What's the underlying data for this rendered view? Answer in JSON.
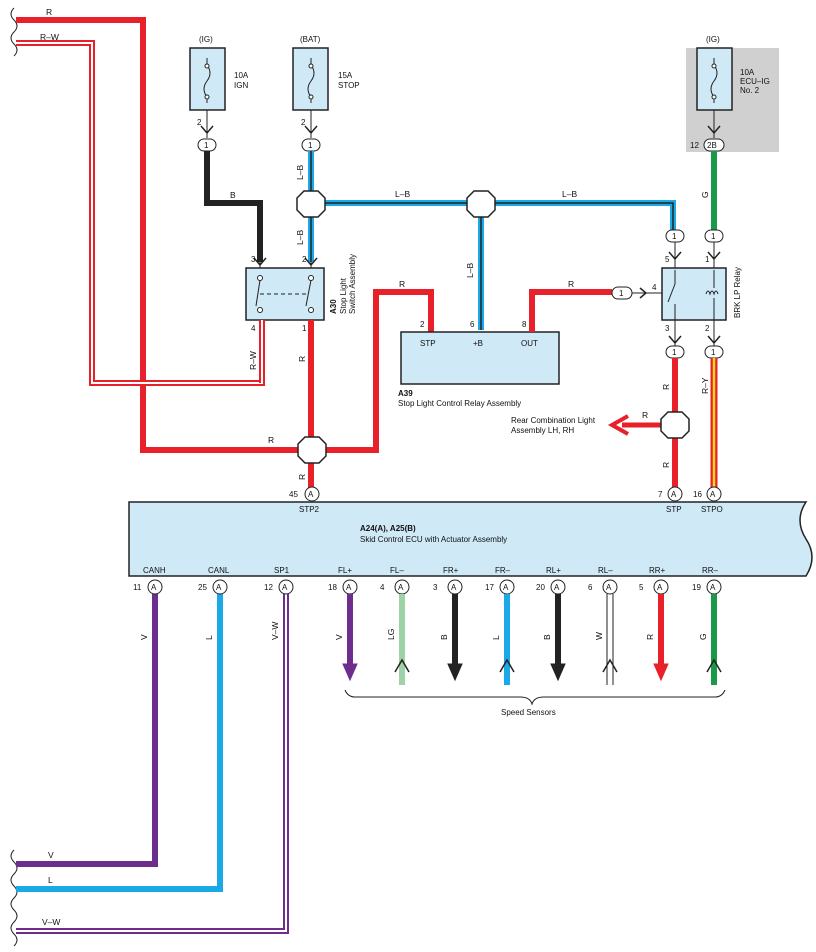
{
  "fuses": [
    {
      "source": "(IG)",
      "rating": "10A",
      "name": "IGN",
      "pin": "2",
      "conn": "1"
    },
    {
      "source": "(BAT)",
      "rating": "15A",
      "name": "STOP",
      "pin": "2",
      "conn": "1"
    },
    {
      "source": "(IG)",
      "rating": "10A",
      "name_line1": "ECU–IG",
      "name_line2": "No. 2",
      "pin": "12",
      "conn": "2B"
    }
  ],
  "wires_top": {
    "r": "R",
    "rw": "R–W",
    "b": "B",
    "lb1": "L–B",
    "lb2": "L–B",
    "lb3": "L–B",
    "lb4": "L–B",
    "lb5": "L–B",
    "g": "G",
    "r2": "R",
    "r3": "R",
    "rw2": "R–W",
    "r4": "R",
    "r5": "R",
    "r6": "R",
    "r7": "R",
    "r8": "R",
    "ry": "R–Y",
    "r9": "R"
  },
  "switch_a30": {
    "code": "A30",
    "name_line1": "Stop Light",
    "name_line2": "Switch Assembly",
    "pin3": "3",
    "pin2": "2",
    "pin4": "4",
    "pin1": "1"
  },
  "relay_a39": {
    "code": "A39",
    "name": "Stop Light Control Relay Assembly",
    "stp": "STP",
    "b": "+B",
    "out": "OUT",
    "pin2": "2",
    "pin6": "6",
    "pin8": "8"
  },
  "brk_relay": {
    "name": "BRK LP Relay",
    "pin5": "5",
    "pin1": "1",
    "pin4": "4",
    "pin3": "3",
    "pin2": "2",
    "conn": "1"
  },
  "rear_light": {
    "line1": "Rear Combination Light",
    "line2": "Assembly LH,  RH"
  },
  "ecu": {
    "title": "A24(A), A25(B)",
    "subtitle": "Skid Control ECU with Actuator Assembly",
    "top_pins": [
      {
        "name": "STP2",
        "num": "45",
        "conn": "A"
      },
      {
        "name": "STP",
        "num": "7",
        "conn": "A"
      },
      {
        "name": "STPO",
        "num": "16",
        "conn": "A"
      }
    ],
    "bottom_pins": [
      {
        "name": "CANH",
        "num": "11",
        "conn": "A",
        "wire": "V"
      },
      {
        "name": "CANL",
        "num": "25",
        "conn": "A",
        "wire": "L"
      },
      {
        "name": "SP1",
        "num": "12",
        "conn": "A",
        "wire": "V–W"
      },
      {
        "name": "FL+",
        "num": "18",
        "conn": "A",
        "wire": "V"
      },
      {
        "name": "FL–",
        "num": "4",
        "conn": "A",
        "wire": "LG"
      },
      {
        "name": "FR+",
        "num": "3",
        "conn": "A",
        "wire": "B"
      },
      {
        "name": "FR–",
        "num": "17",
        "conn": "A",
        "wire": "L"
      },
      {
        "name": "RL+",
        "num": "20",
        "conn": "A",
        "wire": "B"
      },
      {
        "name": "RL–",
        "num": "6",
        "conn": "A",
        "wire": "W"
      },
      {
        "name": "RR+",
        "num": "5",
        "conn": "A",
        "wire": "R"
      },
      {
        "name": "RR–",
        "num": "19",
        "conn": "A",
        "wire": "G"
      }
    ]
  },
  "speed_sensors": "Speed Sensors",
  "left_wires": {
    "v": "V",
    "l": "L",
    "vw": "V–W"
  },
  "colors": {
    "red": "#e8202a",
    "black": "#222222",
    "blue": "#1aa8e6",
    "violet": "#6d2d8c",
    "green": "#1a9a48",
    "lightgreen": "#9dd3a6",
    "yellow": "#f7d81a",
    "panel": "#cfe9f6",
    "gray": "#d0d0d0"
  }
}
